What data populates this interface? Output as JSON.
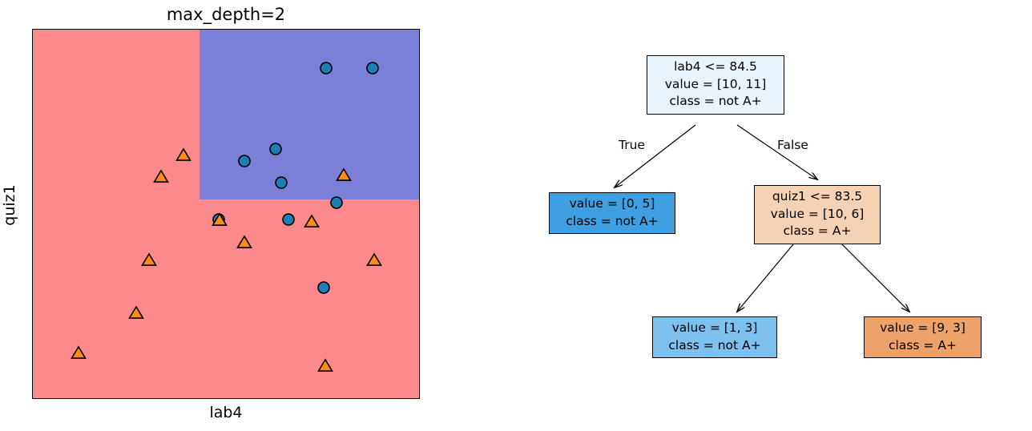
{
  "figure": {
    "title": "max_depth=2"
  },
  "scatter": {
    "title": "max_depth=2",
    "xlabel": "lab4",
    "ylabel": "quiz1",
    "colors": {
      "region_negative": "#fc8a8c",
      "region_positive": "#7b7fd8",
      "marker_circle": "#1f7fb5",
      "marker_triangle": "#ff8c1a",
      "marker_edge": "#000000"
    }
  },
  "chart_data": {
    "type": "scatter",
    "title": "max_depth=2",
    "xlabel": "lab4",
    "ylabel": "quiz1",
    "grid": false,
    "legend": "none",
    "xlim": [
      0,
      1
    ],
    "ylim": [
      0,
      1
    ],
    "decision_regions": [
      {
        "class": "not A+",
        "color": "#fc8a8c",
        "description": "lab4 <= 84.5 OR quiz1 <= 83.5",
        "rect_fraction": {
          "x0": 0.0,
          "y0": 0.0,
          "x1": 1.0,
          "y1": 1.0
        }
      },
      {
        "class": "A+",
        "color": "#7b7fd8",
        "description": "lab4 > 84.5 AND quiz1 > 83.5",
        "rect_fraction": {
          "x0": 0.432,
          "y0": 0.54,
          "x1": 1.0,
          "y1": 1.0
        }
      }
    ],
    "split_lines": [
      {
        "feature": "lab4",
        "threshold": 84.5,
        "orientation": "vertical",
        "x_fraction": 0.432
      },
      {
        "feature": "quiz1",
        "threshold": 83.5,
        "orientation": "horizontal",
        "y_fraction": 0.54
      }
    ],
    "series": [
      {
        "name": "A+",
        "marker": "circle",
        "color": "#1f7fb5",
        "points": [
          {
            "x": 0.76,
            "y": 0.896
          },
          {
            "x": 0.88,
            "y": 0.896
          },
          {
            "x": 0.629,
            "y": 0.676
          },
          {
            "x": 0.548,
            "y": 0.644
          },
          {
            "x": 0.643,
            "y": 0.584
          },
          {
            "x": 0.787,
            "y": 0.531
          },
          {
            "x": 0.481,
            "y": 0.484
          },
          {
            "x": 0.661,
            "y": 0.484
          },
          {
            "x": 0.754,
            "y": 0.3
          }
        ]
      },
      {
        "name": "not A+",
        "marker": "triangle",
        "color": "#ff8c1a",
        "points": [
          {
            "x": 0.391,
            "y": 0.661
          },
          {
            "x": 0.331,
            "y": 0.603
          },
          {
            "x": 0.484,
            "y": 0.484
          },
          {
            "x": 0.806,
            "y": 0.607
          },
          {
            "x": 0.723,
            "y": 0.481
          },
          {
            "x": 0.547,
            "y": 0.424
          },
          {
            "x": 0.3,
            "y": 0.376
          },
          {
            "x": 0.884,
            "y": 0.376
          },
          {
            "x": 0.267,
            "y": 0.232
          },
          {
            "x": 0.118,
            "y": 0.124
          },
          {
            "x": 0.757,
            "y": 0.089
          }
        ]
      }
    ]
  },
  "tree": {
    "edge_labels": {
      "true": "True",
      "false": "False"
    },
    "nodes": [
      {
        "id": "root",
        "name": "root-node",
        "lines": [
          "lab4 <= 84.5",
          "value = [10, 11]",
          "class = not A+"
        ],
        "fill": "#e8f3fc"
      },
      {
        "id": "leaf-left",
        "name": "leaf-node-left",
        "lines": [
          "value = [0, 5]",
          "class = not A+"
        ],
        "fill": "#3f9fe0"
      },
      {
        "id": "branch-right",
        "name": "branch-node-quiz1",
        "lines": [
          "quiz1 <= 83.5",
          "value = [10, 6]",
          "class = A+"
        ],
        "fill": "#f6d2b5"
      },
      {
        "id": "leaf-inner-left",
        "name": "leaf-node-inner-left",
        "lines": [
          "value = [1, 3]",
          "class = not A+"
        ],
        "fill": "#7ec1ef"
      },
      {
        "id": "leaf-inner-right",
        "name": "leaf-node-inner-right",
        "lines": [
          "value = [9, 3]",
          "class = A+"
        ],
        "fill": "#eda26a"
      }
    ]
  }
}
